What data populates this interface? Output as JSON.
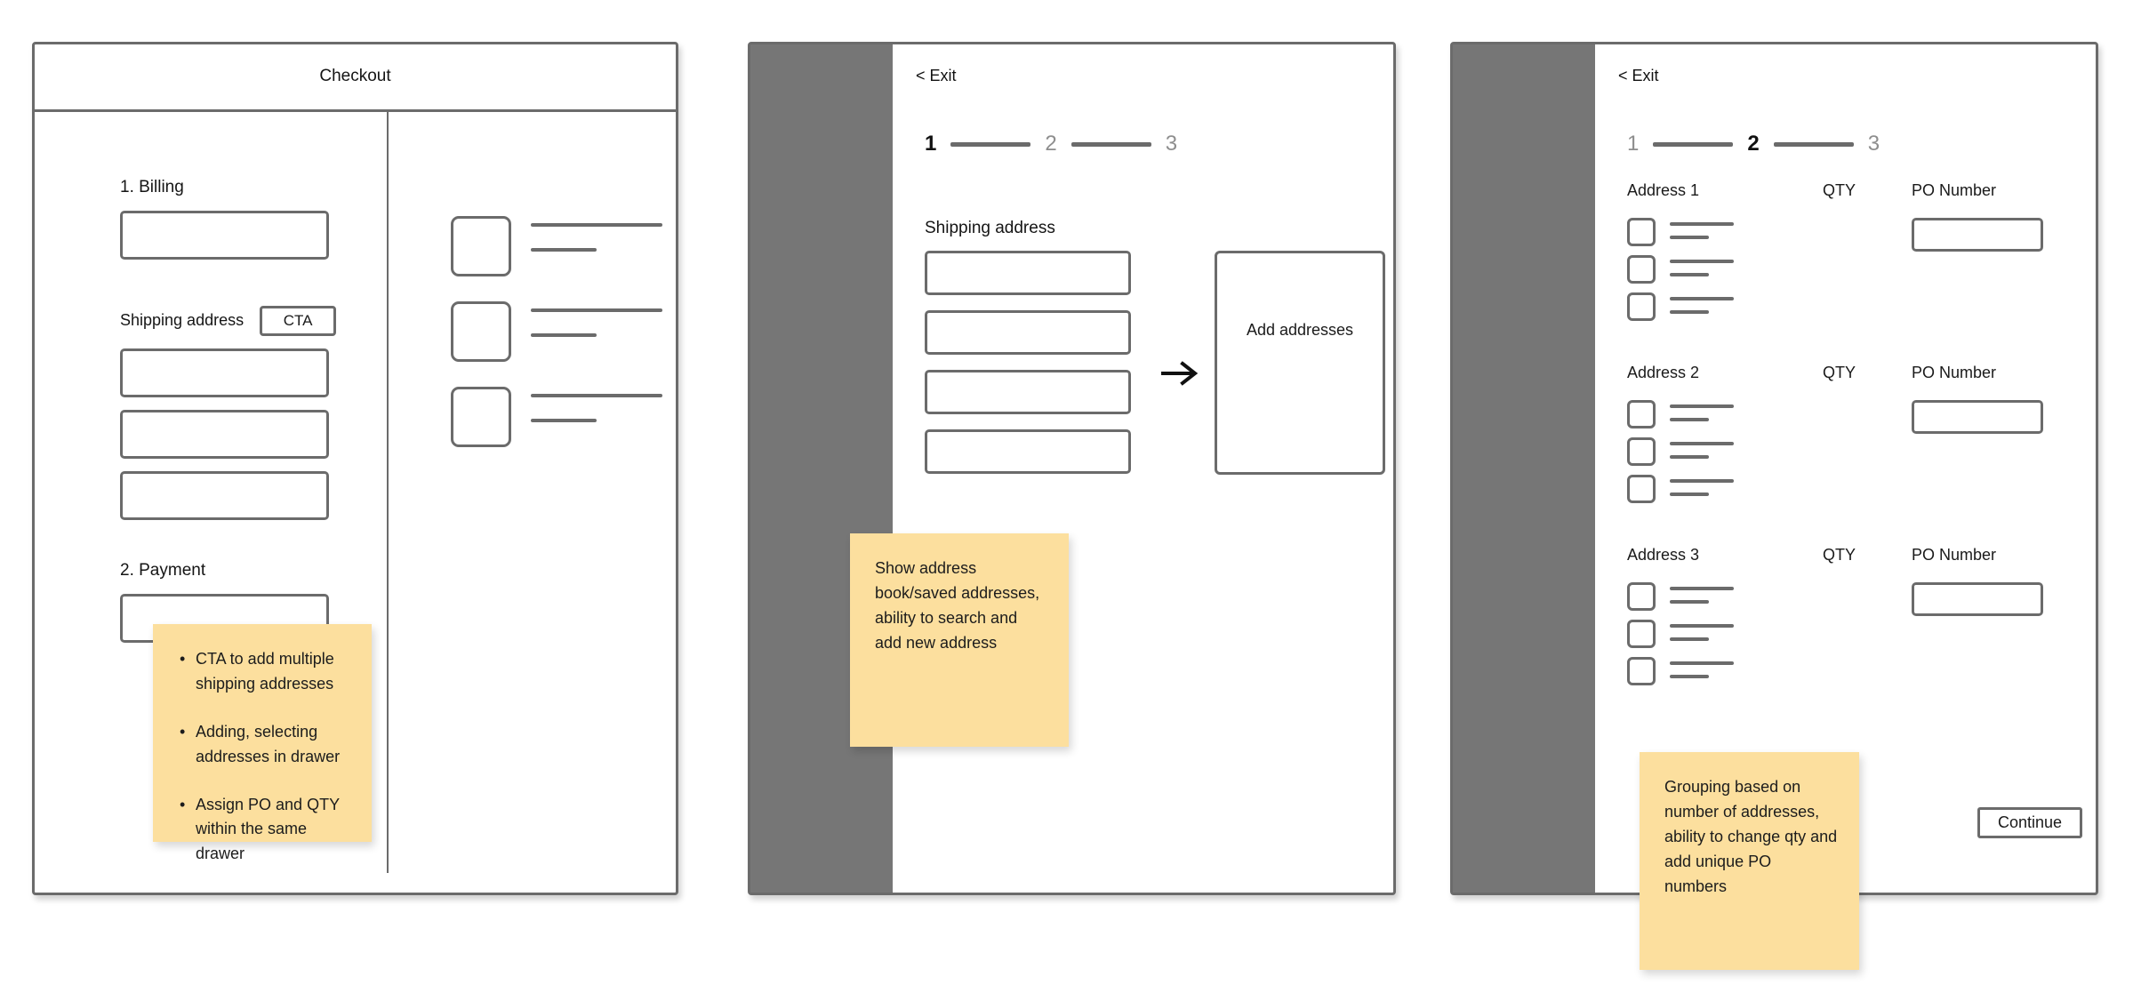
{
  "panels": {
    "checkout": {
      "title": "Checkout",
      "sections": {
        "billing_label": "1. Billing",
        "shipping_label": "Shipping address",
        "cta_label": "CTA",
        "payment_label": "2. Payment"
      },
      "summary_items": [
        {
          "thumb": "product-thumbnail",
          "line1": "product-title-placeholder",
          "line2": "product-meta-placeholder"
        },
        {
          "thumb": "product-thumbnail",
          "line1": "product-title-placeholder",
          "line2": "product-meta-placeholder"
        },
        {
          "thumb": "product-thumbnail",
          "line1": "product-title-placeholder",
          "line2": "product-meta-placeholder"
        }
      ],
      "note": {
        "bullets": [
          "CTA to add multiple shipping addresses",
          "Adding, selecting addresses in drawer",
          "Assign PO and QTY within the same drawer"
        ]
      }
    },
    "drawer_add": {
      "exit_label": "< Exit",
      "stepper": [
        {
          "label": "1",
          "state": "active"
        },
        {
          "label": "2",
          "state": "inactive"
        },
        {
          "label": "3",
          "state": "inactive"
        }
      ],
      "heading": "Shipping address",
      "inputs": [
        {
          "name": "address-field-1",
          "value": "",
          "placeholder": ""
        },
        {
          "name": "address-field-2",
          "value": "",
          "placeholder": ""
        },
        {
          "name": "address-field-3",
          "value": "",
          "placeholder": ""
        },
        {
          "name": "address-field-4",
          "value": "",
          "placeholder": ""
        }
      ],
      "arrow_icon": "arrow-right-icon",
      "dropzone_label": "Add addresses",
      "note": {
        "text": "Show address book/saved addresses, ability to search and add new address"
      }
    },
    "drawer_group": {
      "exit_label": "< Exit",
      "stepper": [
        {
          "label": "1",
          "state": "inactive"
        },
        {
          "label": "2",
          "state": "active"
        },
        {
          "label": "3",
          "state": "inactive"
        }
      ],
      "column_headers": {
        "qty": "QTY",
        "po": "PO Number"
      },
      "groups": [
        {
          "name": "Address 1",
          "qty_header": "QTY",
          "po_header": "PO Number",
          "po_value": "",
          "po_placeholder": "",
          "items": [
            {
              "checkbox": "item-checkbox",
              "line1": "item-name-placeholder",
              "line2": "item-meta-placeholder"
            },
            {
              "checkbox": "item-checkbox",
              "line1": "item-name-placeholder",
              "line2": "item-meta-placeholder"
            },
            {
              "checkbox": "item-checkbox",
              "line1": "item-name-placeholder",
              "line2": "item-meta-placeholder"
            }
          ]
        },
        {
          "name": "Address 2",
          "qty_header": "QTY",
          "po_header": "PO Number",
          "po_value": "",
          "po_placeholder": "",
          "items": [
            {
              "checkbox": "item-checkbox",
              "line1": "item-name-placeholder",
              "line2": "item-meta-placeholder"
            },
            {
              "checkbox": "item-checkbox",
              "line1": "item-name-placeholder",
              "line2": "item-meta-placeholder"
            },
            {
              "checkbox": "item-checkbox",
              "line1": "item-name-placeholder",
              "line2": "item-meta-placeholder"
            }
          ]
        },
        {
          "name": "Address 3",
          "qty_header": "QTY",
          "po_header": "PO Number",
          "po_value": "",
          "po_placeholder": "",
          "items": [
            {
              "checkbox": "item-checkbox",
              "line1": "item-name-placeholder",
              "line2": "item-meta-placeholder"
            },
            {
              "checkbox": "item-checkbox",
              "line1": "item-name-placeholder",
              "line2": "item-meta-placeholder"
            },
            {
              "checkbox": "item-checkbox",
              "line1": "item-name-placeholder",
              "line2": "item-meta-placeholder"
            }
          ]
        }
      ],
      "continue_label": "Continue",
      "note": {
        "text": "Grouping based on number of addresses, ability to change qty and add unique PO numbers"
      }
    }
  },
  "colors": {
    "stroke": "#6b6b6b",
    "scrim": "#767676",
    "sticky_note": "#FCDF9E",
    "text": "#1a1a1a",
    "step_inactive": "#8e8e8e"
  }
}
